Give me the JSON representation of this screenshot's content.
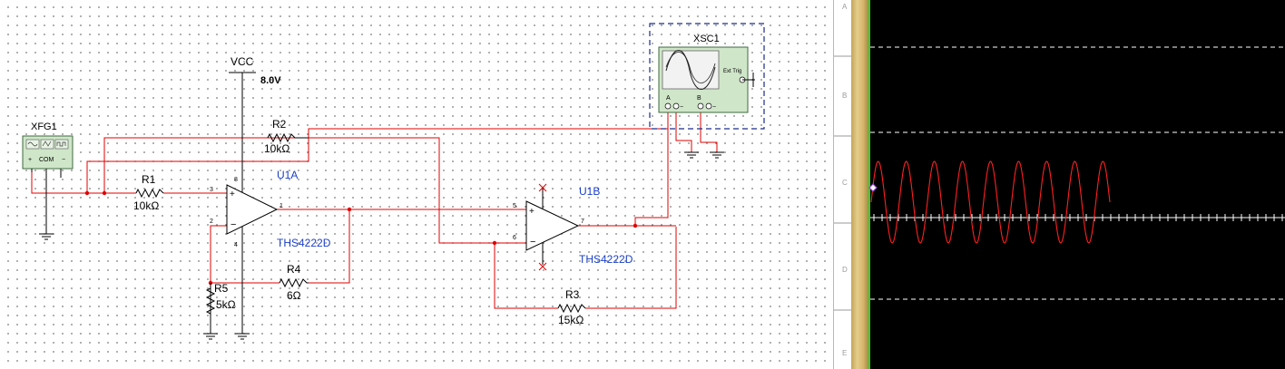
{
  "schematic": {
    "function_generator": {
      "label": "XFG1",
      "terminals": [
        "+",
        "COM",
        "−"
      ]
    },
    "supply": {
      "label": "VCC",
      "value": "8.0V"
    },
    "oscilloscope": {
      "label": "XSC1",
      "channel_a": "A",
      "channel_b": "B",
      "ext_trig": "Ext Trig"
    },
    "resistors": [
      {
        "ref": "R1",
        "value": "10kΩ"
      },
      {
        "ref": "R2",
        "value": "10kΩ"
      },
      {
        "ref": "R3",
        "value": "15kΩ"
      },
      {
        "ref": "R4",
        "value": "6Ω"
      },
      {
        "ref": "R5",
        "value": "5kΩ"
      }
    ],
    "opamps": [
      {
        "ref": "U1A",
        "part": "THS4222D",
        "pins": {
          "plus": "3",
          "minus": "2",
          "out": "1",
          "vplus": "8",
          "vminus": "4"
        }
      },
      {
        "ref": "U1B",
        "part": "THS4222D",
        "pins": {
          "plus": "5",
          "minus": "6",
          "out": "7"
        }
      }
    ]
  },
  "ruler": {
    "letters": [
      "A",
      "B",
      "C",
      "D",
      "E"
    ]
  },
  "scope_display": {
    "trace_color": "#ff2020",
    "grid_color": "#ffffff",
    "background": "#000000",
    "cycles_visible": 8.5
  }
}
